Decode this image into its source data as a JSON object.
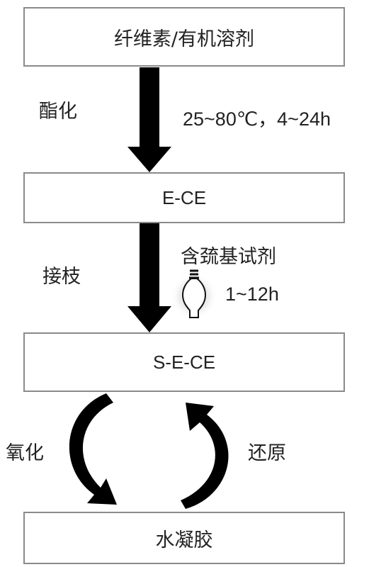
{
  "steps": [
    {
      "label": "纤维素/有机溶剂"
    },
    {
      "label": "E-CE"
    },
    {
      "label": "S-E-CE"
    },
    {
      "label": "水凝胶"
    }
  ],
  "reactions": {
    "esterification": {
      "label": "酯化",
      "condition": "25~80℃，4~24h"
    },
    "grafting": {
      "label": "接枝",
      "reagent": "含巯基试剂",
      "condition": "1~12h",
      "icon": "light-bulb-icon"
    },
    "oxidation": {
      "label": "氧化"
    },
    "reduction": {
      "label": "还原"
    }
  }
}
